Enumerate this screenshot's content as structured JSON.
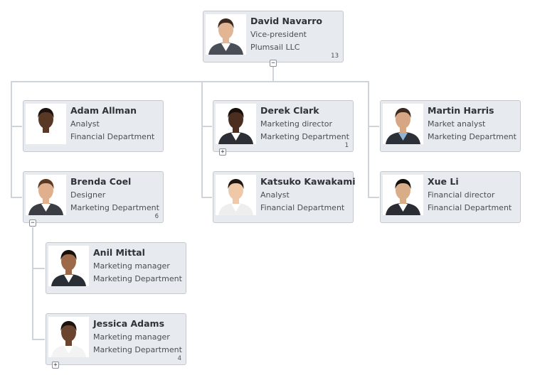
{
  "colors": {
    "card_bg": "#e7eaee",
    "card_border": "#c4c9cf",
    "connector": "#cfd4da"
  },
  "toggles": {
    "collapse_symbol": "−",
    "expand_symbol": "+"
  },
  "nodes": {
    "david": {
      "name": "David Navarro",
      "title": "Vice-president",
      "department": "Plumsail LLC",
      "count": "13",
      "skin": "#e2b594",
      "hair": "#3b2a1f",
      "shirt": "#ffffff",
      "jacket": "#4a4f57"
    },
    "adam": {
      "name": "Adam Allman",
      "title": "Analyst",
      "department": "Financial Department",
      "count": "",
      "skin": "#5a3826",
      "hair": "#1d1410",
      "shirt": "#ffffff",
      "jacket": "#ffffff"
    },
    "derek": {
      "name": "Derek Clark",
      "title": "Marketing director",
      "department": "Marketing Department",
      "count": "1",
      "skin": "#4b2e1f",
      "hair": "#17100c",
      "shirt": "#ffffff",
      "jacket": "#2c2f35"
    },
    "martin": {
      "name": "Martin Harris",
      "title": "Market analyst",
      "department": "Marketing Department",
      "count": "",
      "skin": "#d6a782",
      "hair": "#3a2a20",
      "shirt": "#8fb2d6",
      "jacket": "#2c3038"
    },
    "brenda": {
      "name": "Brenda Coel",
      "title": "Designer",
      "department": "Marketing Department",
      "count": "6",
      "skin": "#e0b08e",
      "hair": "#5a3a22",
      "shirt": "#ffffff",
      "jacket": "#3a3d44"
    },
    "katsuko": {
      "name": "Katsuko Kawakami",
      "title": "Analyst",
      "department": "Financial Department",
      "count": "",
      "skin": "#efc8a8",
      "hair": "#1f1713",
      "shirt": "#ffffff",
      "jacket": "#eeeeee"
    },
    "xue": {
      "name": "Xue Li",
      "title": "Financial director",
      "department": "Financial Department",
      "count": "",
      "skin": "#d9ad88",
      "hair": "#14110f",
      "shirt": "#ffffff",
      "jacket": "#2a2d33"
    },
    "anil": {
      "name": "Anil Mittal",
      "title": "Marketing manager",
      "department": "Marketing Department",
      "count": "",
      "skin": "#9c6a48",
      "hair": "#17110d",
      "shirt": "#ffffff",
      "jacket": "#2a2e35"
    },
    "jessica": {
      "name": "Jessica Adams",
      "title": "Marketing manager",
      "department": "Marketing Department",
      "count": "4",
      "skin": "#6b4430",
      "hair": "#1c130f",
      "shirt": "#ffffff",
      "jacket": "#f3f3f3"
    }
  }
}
